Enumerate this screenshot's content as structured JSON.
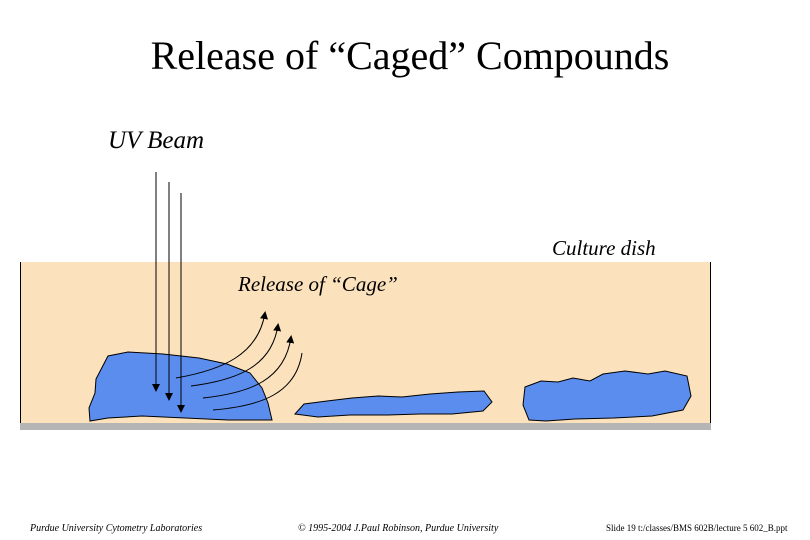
{
  "slide": {
    "title": "Release of “Caged” Compounds"
  },
  "diagram": {
    "uv_label": "UV Beam",
    "dish_label": "Culture dish",
    "cage_label": "Release of “Cage”"
  },
  "footer": {
    "left": "Purdue University Cytometry Laboratories",
    "center": "© 1995-2004 J.Paul Robinson, Purdue University",
    "right": "Slide 19 t:/classes/BMS 602B/lecture 5 602_B.ppt"
  },
  "colors": {
    "medium": "#FBE2BD",
    "cell": "#5B8DEF",
    "dish_floor": "#B5B5B5",
    "line": "#000000"
  }
}
